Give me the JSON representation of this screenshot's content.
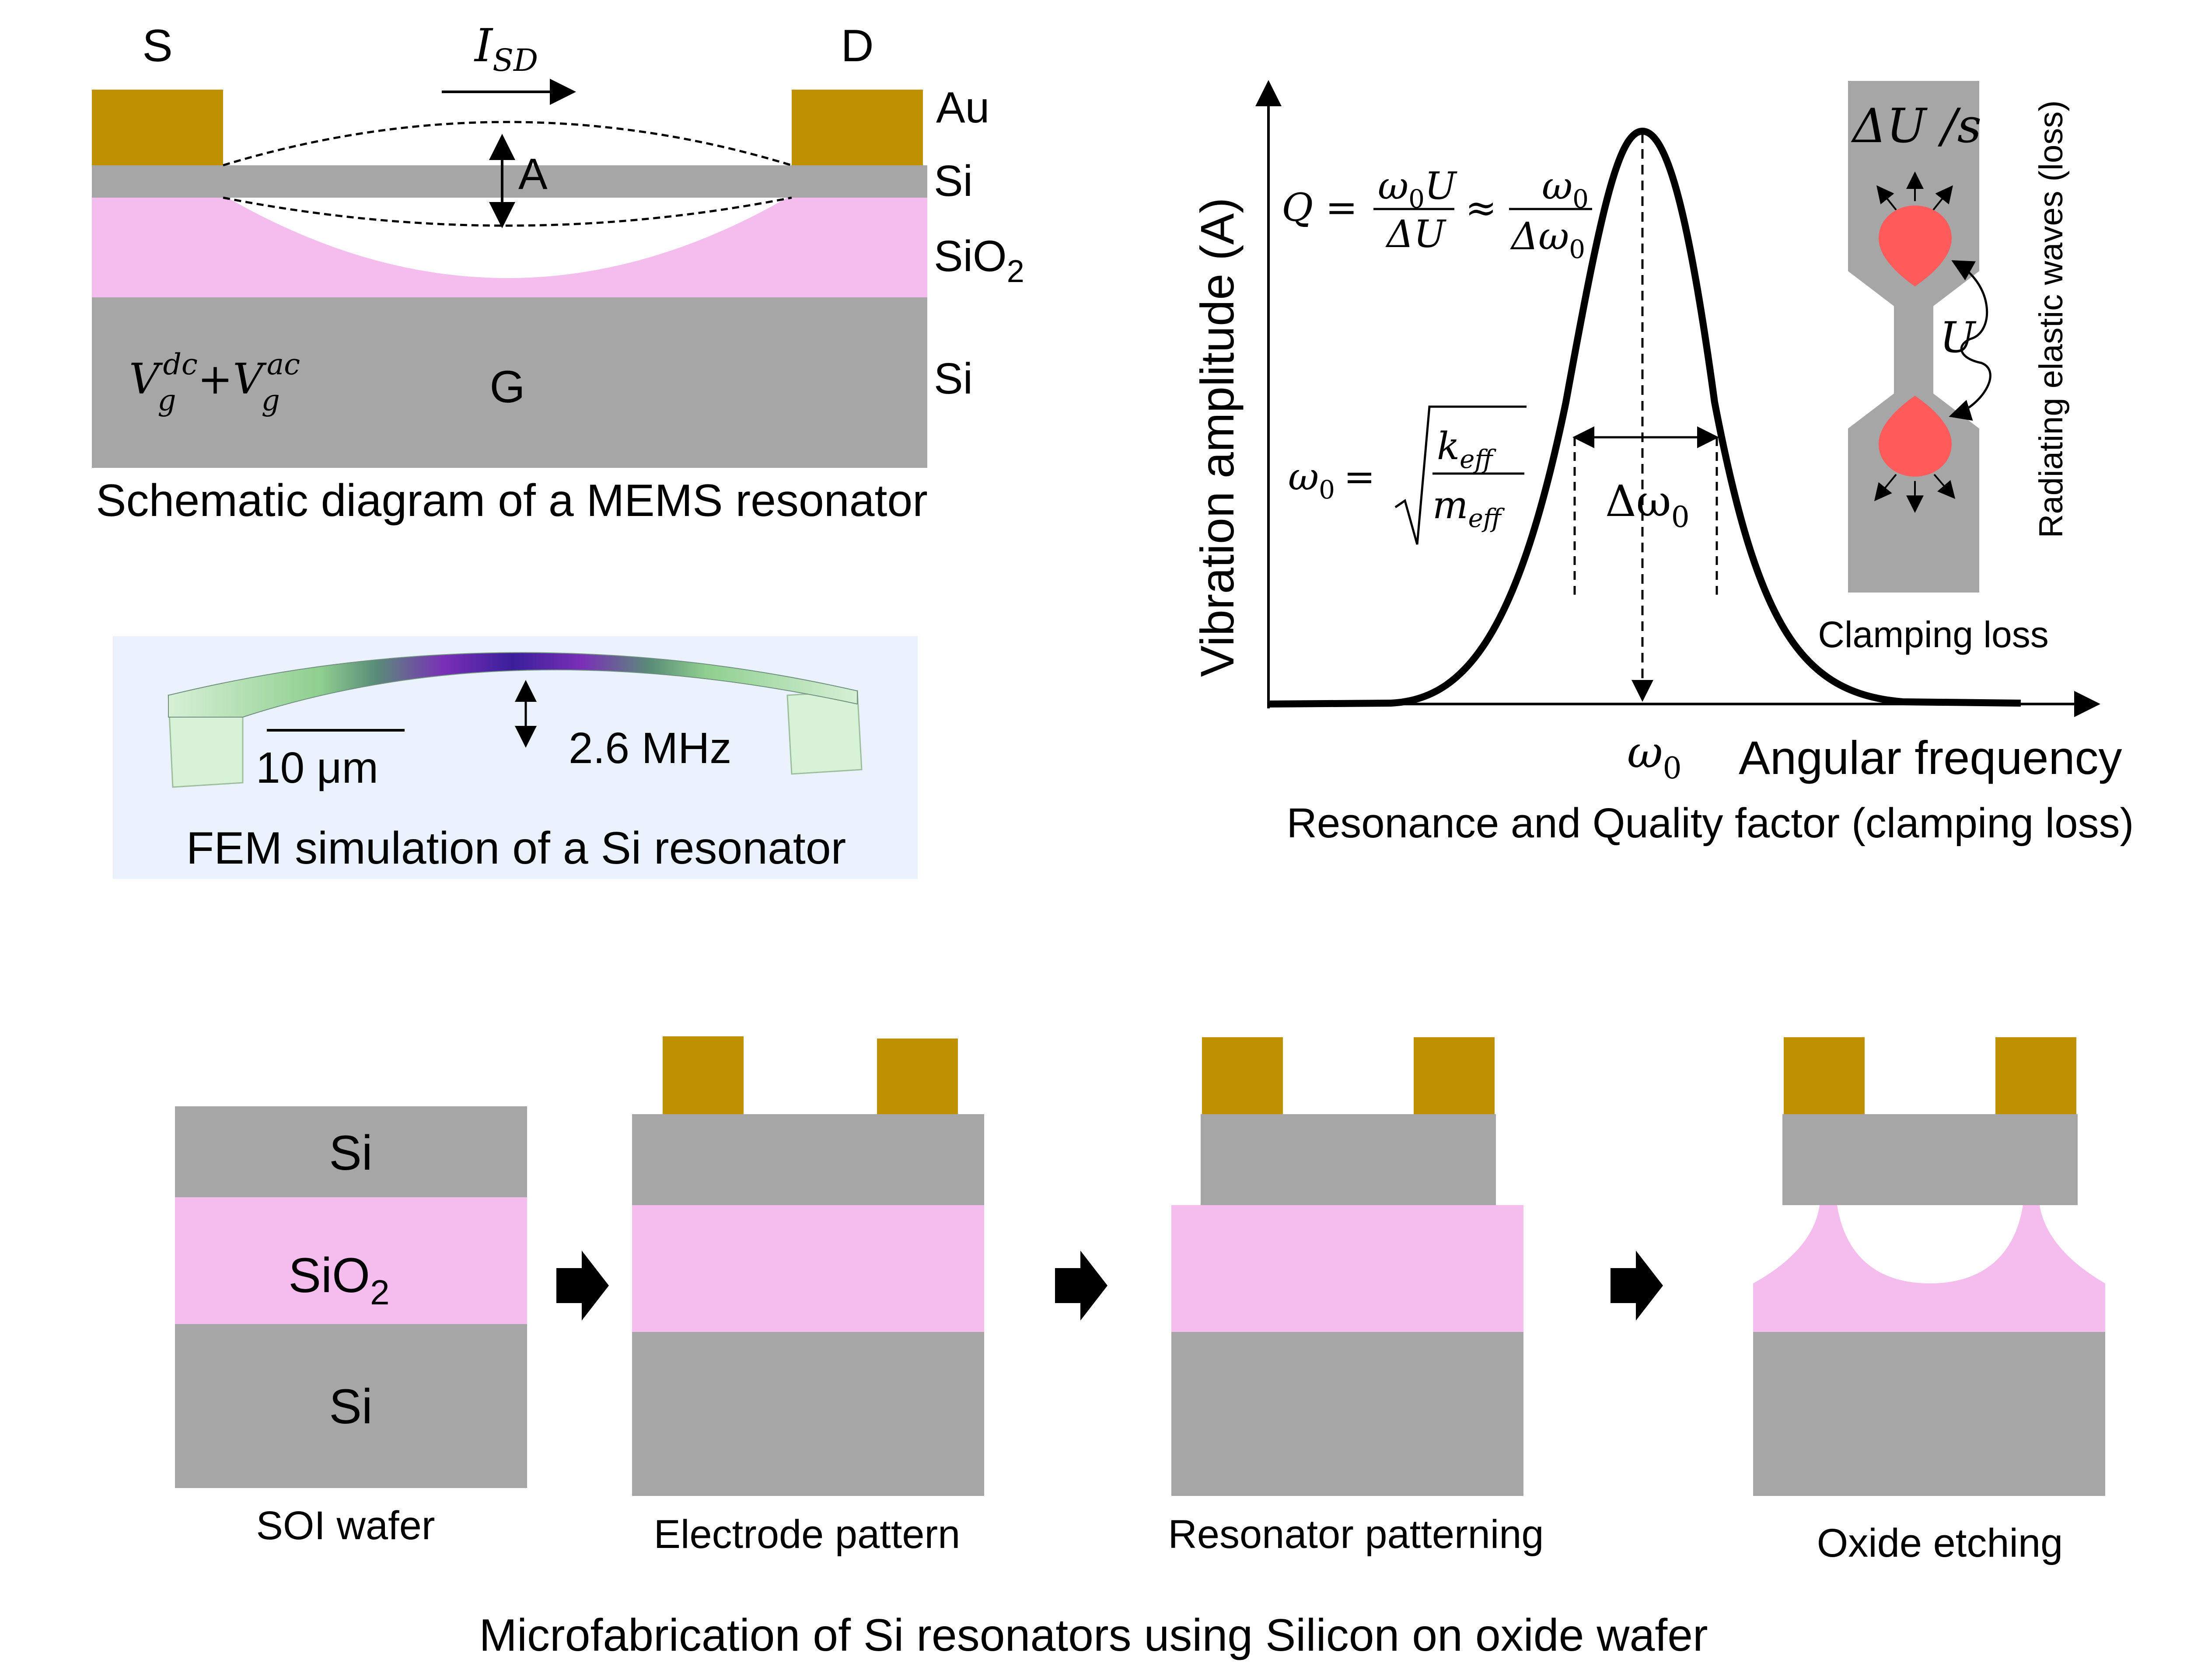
{
  "colors": {
    "gold": "#BF9000",
    "silicon": "#A6A6A6",
    "oxide": "#F4BDEE",
    "fem_panel": "#EAF2FD",
    "red_lobe": "#FF5B5B",
    "curve": "#000000"
  },
  "mems": {
    "label_s": "S",
    "label_d": "D",
    "current_base": "I",
    "current_sub": "SD",
    "label_amp": "A",
    "layer_au": "Au",
    "layer_si_top": "Si",
    "layer_sio2_base": "SiO",
    "layer_sio2_sub": "2",
    "layer_si_bottom": "Si",
    "gate_label": "G",
    "vg_v1": "V",
    "vg_sub1": "g",
    "vg_sup1": "dc",
    "vg_plus": "+",
    "vg_v2": "V",
    "vg_sub2": "g",
    "vg_sup2": "ac",
    "caption": "Schematic diagram of a MEMS resonator"
  },
  "fem": {
    "scale_label": "10 μm",
    "freq_label": "2.6 MHz",
    "caption": "FEM simulation of a Si resonator"
  },
  "resonance": {
    "ylabel": "Vibration amplitude (A)",
    "xlabel": "Angular frequency",
    "x_tick": "ω",
    "x_tick_sub": "0",
    "caption": "Resonance and Quality factor (clamping loss)",
    "q_eq": {
      "lhs": "Q =",
      "num1": "ω",
      "num1_sub": "0",
      "num1_tail": "U",
      "den1": "ΔU",
      "approx": "≈",
      "num2": "ω",
      "num2_sub": "0",
      "den2": "Δω",
      "den2_sub": "0"
    },
    "w_eq": {
      "lhs": "ω",
      "lhs_sub": "0",
      "eq": "=",
      "num": "k",
      "num_sub": "eff",
      "den": "m",
      "den_sub": "eff"
    },
    "width_label": "Δω",
    "width_label_sub": "0",
    "inset_du": "ΔU /s",
    "inset_u": "U",
    "inset_side": "Radiating elastic waves (loss)",
    "inset_caption": "Clamping loss"
  },
  "fabrication": {
    "soi_si_top": "Si",
    "soi_sio2_base": "SiO",
    "soi_sio2_sub": "2",
    "soi_si_bottom": "Si",
    "steps": [
      "SOI wafer",
      "Electrode pattern",
      "Resonator patterning",
      "Oxide etching"
    ],
    "caption": "Microfabrication of Si resonators using Silicon on oxide wafer"
  }
}
